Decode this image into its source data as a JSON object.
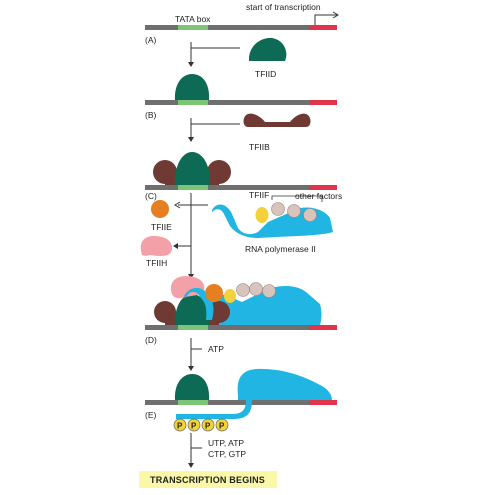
{
  "labels": {
    "tata_box": "TATA box",
    "start_of_transcription": "start of transcription",
    "tfiid": "TFIID",
    "tfiib": "TFIIB",
    "tfiie": "TFIIE",
    "tfiih": "TFIIH",
    "tfiif": "TFIIF",
    "other_factors": "other factors",
    "rna_pol": "RNA polymerase II",
    "atp": "ATP",
    "ntp_line1": "UTP, ATP",
    "ntp_line2": "CTP, GTP",
    "phospho": "P",
    "begins": "TRANSCRIPTION BEGINS"
  },
  "stages": [
    "(A)",
    "(B)",
    "(C)",
    "(D)",
    "(E)"
  ],
  "colors": {
    "dna": "#6f6f6f",
    "tata": "#7cc576",
    "start_region": "#e0344a",
    "tfiid": "#0d6b55",
    "tfiib": "#6e3a33",
    "tfiie": "#e67e22",
    "tfiih": "#f4a0a8",
    "tfiif": "#f2d13a",
    "other_factors": "#d8c3bd",
    "pol_ii": "#20b5e3",
    "begin_bg": "#fbf7a8",
    "line": "#333333"
  }
}
